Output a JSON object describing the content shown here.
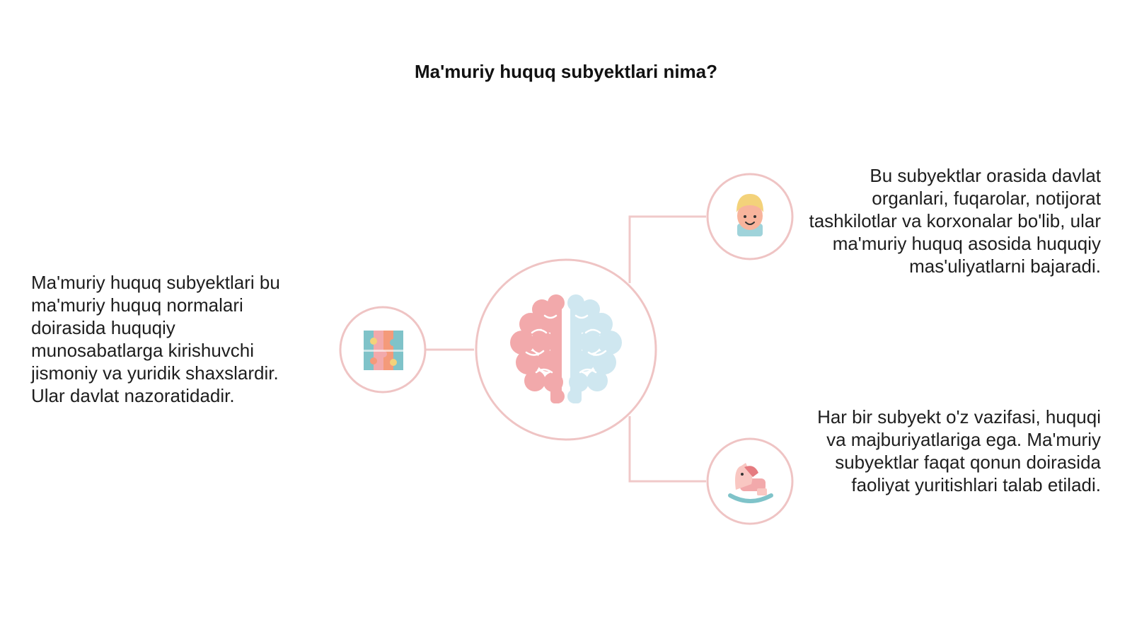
{
  "title": "Ma'muriy huquq subyektlari nima?",
  "left_text": "Ma'muriy huquq subyektlari bu ma'muriy huquq normalari doirasida huquqiy munosabatlarga kirishuvchi jismoniy va yuridik shaxslardir. Ular davlat nazoratidadir.",
  "top_right_text": "Bu subyektlar orasida davlat organlari, fuqarolar, notijorat tashkilotlar va korxonalar bo'lib, ular ma'muriy huquq asosida huquqiy mas'uliyatlarni bajaradi.",
  "bottom_right_text": "Har bir subyekt o'z vazifasi, huquqi va majburiyatlariga ega. Ma'muriy subyektlar faqat qonun doirasida faoliyat yuritishlari talab etiladi.",
  "icons": {
    "center": "brain-icon",
    "left": "puzzle-icon",
    "top_right": "child-face-icon",
    "bottom_right": "rocking-horse-icon"
  },
  "colors": {
    "connector": "#f0c9c9",
    "circle_border": "#efc4c4",
    "pink": "#f2a9ab",
    "light_blue": "#cfe7f0",
    "teal": "#7fc3c9",
    "orange": "#f49a7a",
    "yellow": "#f3d27a"
  }
}
